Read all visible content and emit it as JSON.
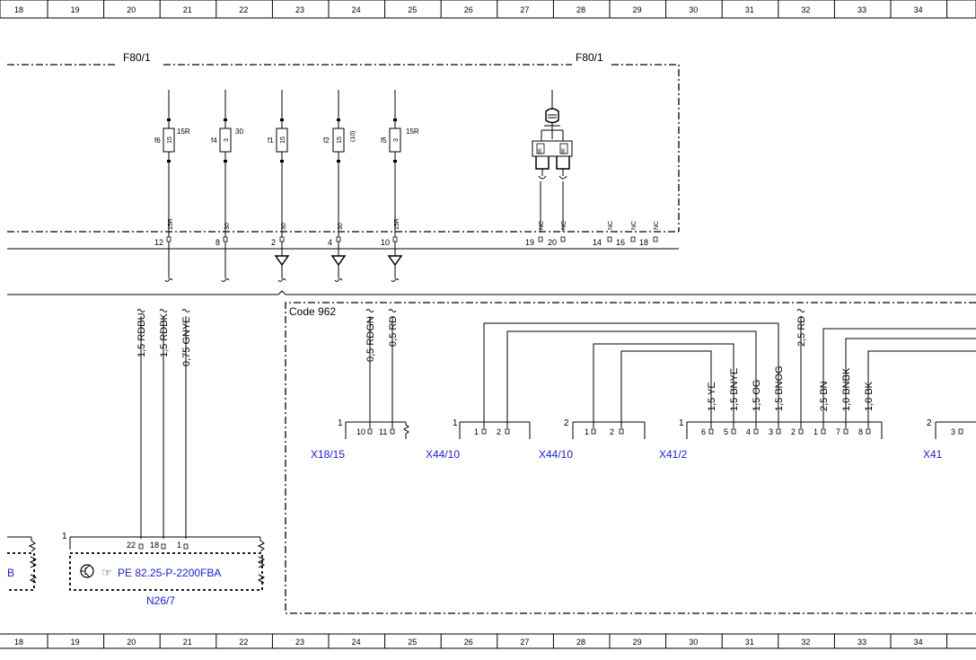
{
  "grid_numbers": [
    "18",
    "19",
    "20",
    "21",
    "22",
    "23",
    "24",
    "25",
    "26",
    "27",
    "28",
    "29",
    "30",
    "31",
    "32",
    "33",
    "34"
  ],
  "fuse_box_label": "F80/1",
  "fuses": [
    {
      "name": "f6",
      "rating": "15",
      "circuit": "15R",
      "pin": "12",
      "wire_label": "15R"
    },
    {
      "name": "f4",
      "rating": "3",
      "circuit": "30",
      "pin": "8",
      "wire_label": "30"
    },
    {
      "name": "f1",
      "rating": "15",
      "circuit": "",
      "pin": "2",
      "wire_label": "30"
    },
    {
      "name": "f2",
      "rating": "15",
      "circuit": "(10)",
      "pin": "4",
      "wire_label": "30"
    },
    {
      "name": "f5",
      "rating": "3",
      "circuit": "15R",
      "pin": "10",
      "wire_label": "15R"
    }
  ],
  "relay": {
    "contact_labels": [
      "85",
      "86"
    ],
    "pins": [
      "19",
      "20"
    ],
    "wire_labels": [
      "NC",
      "NC"
    ]
  },
  "nc_pins": [
    {
      "pin": "14",
      "label": "NC"
    },
    {
      "pin": "16",
      "label": "NC"
    },
    {
      "pin": "18",
      "label": "NC"
    }
  ],
  "code_label": "Code 962",
  "n26_wires": [
    {
      "label": "1,5 RDBU",
      "pin": "22"
    },
    {
      "label": "1,5 RDBK",
      "pin": "18"
    },
    {
      "label": "0,75 GNYE",
      "pin": "1"
    }
  ],
  "n26_connector_number": "1",
  "n26_ref": "PE 82.25-P-2200FBA",
  "n26_name": "N26/7",
  "left_partial_label": "B",
  "x18_wires": [
    {
      "label": "0,5 RDGN",
      "pin": "10"
    },
    {
      "label": "0,5 RD",
      "pin": "11"
    }
  ],
  "mid_wires": [
    {
      "label": "1,5 YE",
      "pin": "6"
    },
    {
      "label": "1,5 BNYE",
      "pin": "5"
    },
    {
      "label": "1,5 OG",
      "pin": "4"
    },
    {
      "label": "1,5 BNOG",
      "pin": "3"
    },
    {
      "label": "2,5 RD",
      "pin": "2"
    },
    {
      "label": "2,5 BN",
      "pin": "1"
    },
    {
      "label": "1,0 BNBK",
      "pin": "7"
    },
    {
      "label": "1,0 BK",
      "pin": "8"
    }
  ],
  "x44a_pins": [
    "1",
    "2"
  ],
  "x44b_pins": [
    "1",
    "2"
  ],
  "x41_partial_pin": "3",
  "connector_numbers": {
    "x18": "1",
    "x44a": "1",
    "x44b": "2",
    "x41_2": "1",
    "x41": "2"
  },
  "connectors": [
    {
      "name": "X18/15"
    },
    {
      "name": "X44/10"
    },
    {
      "name": "X44/10"
    },
    {
      "name": "X41/2"
    },
    {
      "name": "X41"
    }
  ],
  "colors": {
    "line": "#000000",
    "component_label": "#1a1ae6"
  }
}
